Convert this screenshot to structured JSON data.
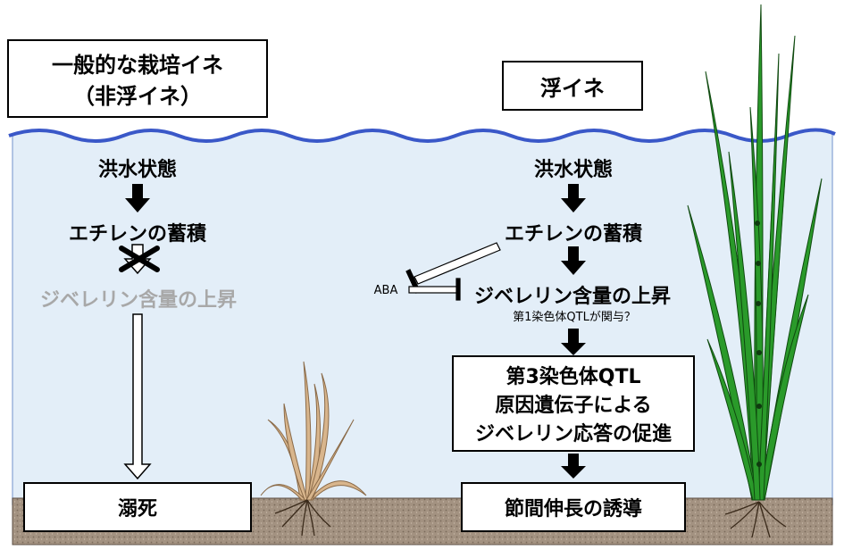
{
  "left": {
    "title_line1": "一般的な栽培イネ",
    "title_line2": "（非浮イネ）",
    "flood": "洪水状態",
    "ethylene": "エチレンの蓄積",
    "gibberellin": "ジベレリン含量の上昇",
    "result": "溺死"
  },
  "right": {
    "title": "浮イネ",
    "flood": "洪水状態",
    "ethylene": "エチレンの蓄積",
    "aba": "ABA",
    "gibberellin": "ジベレリン含量の上昇",
    "note": "第1染色体QTLが関与？",
    "gene_line1": "第3染色体QTL",
    "gene_line2": "原因遺伝子による",
    "gene_line3": "ジベレリン応答の促進",
    "result": "節間伸長の誘導"
  },
  "colors": {
    "water": "#e3eef8",
    "wave": "#3a58c8",
    "soil": "#9b8a78",
    "plant_green": "#2a9a2a",
    "plant_dead": "#d8b58c"
  }
}
